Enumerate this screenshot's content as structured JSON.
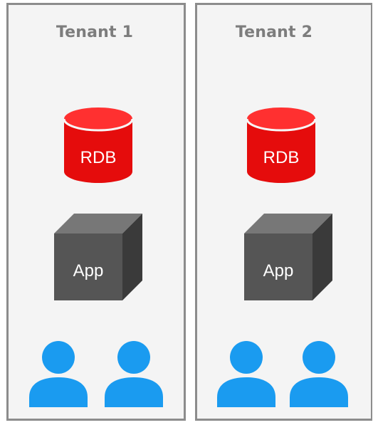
{
  "tenants": [
    {
      "title": "Tenant 1",
      "database_label": "RDB",
      "app_label": "App",
      "users": [
        "user-icon",
        "user-icon"
      ]
    },
    {
      "title": "Tenant 2",
      "database_label": "RDB",
      "app_label": "App",
      "users": [
        "user-icon",
        "user-icon"
      ]
    }
  ],
  "colors": {
    "database": "#e50c0c",
    "database_top": "#ff3030",
    "app_front": "#555555",
    "app_top": "#777777",
    "app_side": "#3a3a3a",
    "user": "#1a9bf0",
    "border": "#8c8c8c",
    "title": "#7d7d7d"
  }
}
